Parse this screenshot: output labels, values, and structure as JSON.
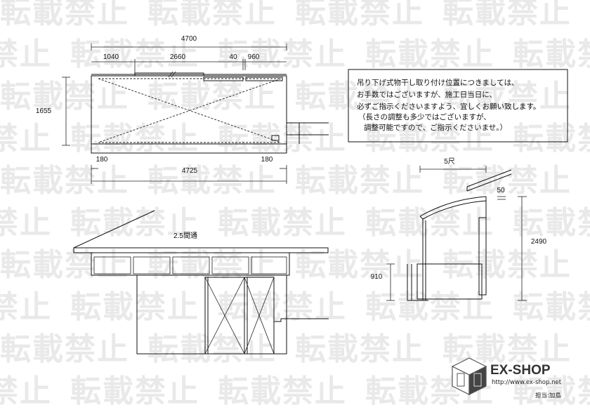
{
  "watermark": {
    "text": "転載禁止"
  },
  "plan_view": {
    "overall_width": "4700",
    "segment_1": "1040",
    "segment_2": "2660",
    "segment_3": "40",
    "segment_4": "960",
    "depth": "1655",
    "left_offset": "180",
    "right_offset": "180",
    "bottom_width": "4725"
  },
  "note": {
    "lines": [
      "吊り下げ式物干し取り付け位置につきましては、",
      "お手数ではございますが、施工日当日に、",
      "必ずご指示くださいますよう、宜しくお願い致します。",
      "（長さの調整も多少ではございますが、",
      "調整可能ですので、ご指示くださいませ。）"
    ]
  },
  "front_view": {
    "span_label": "2.5間通"
  },
  "side_view": {
    "top_label": "5尺",
    "offset_label": "50",
    "height_label": "2490",
    "sill_label": "910"
  },
  "branding": {
    "logo_text": "EX-SHOP",
    "url": "http://www.ex-shop.net",
    "staff": "担当:加島"
  },
  "colors": {
    "line": "#111111",
    "watermark": "#e9e9e9",
    "logo": "#333333"
  }
}
